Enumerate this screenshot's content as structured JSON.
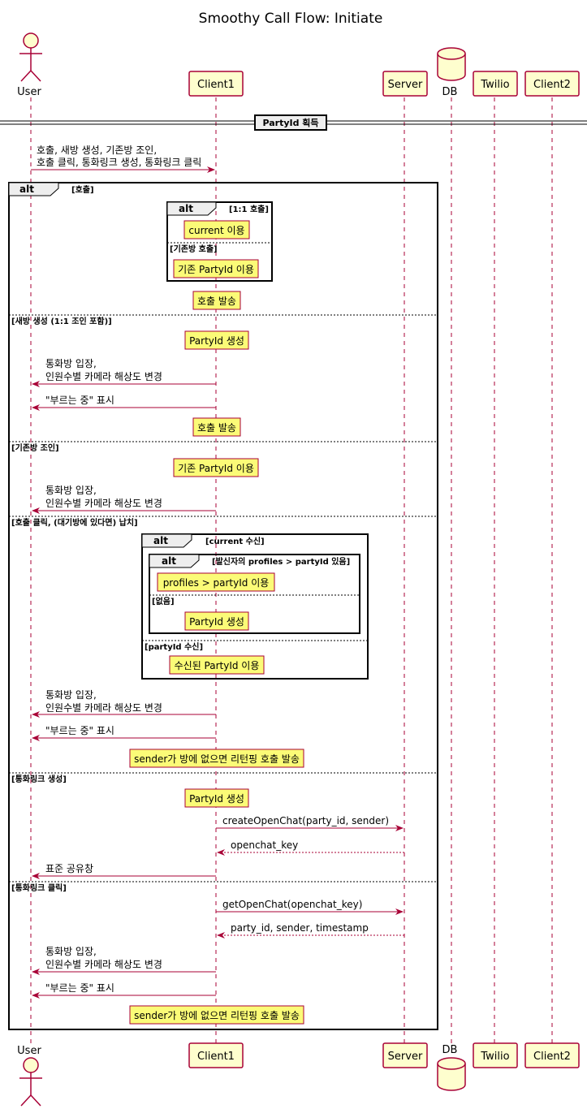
{
  "title": "Smoothy Call Flow: Initiate",
  "participants": {
    "user": "User",
    "client1": "Client1",
    "server": "Server",
    "db": "DB",
    "twilio": "Twilio",
    "client2": "Client2"
  },
  "divider": "PartyId 획득",
  "messages": {
    "m1_line1": "호출, 새방 생성, 기존방 조인,",
    "m1_line2": "호출 클릭, 통화링크 생성, 통화링크 클릭",
    "s2_enter1": "통화방 입장,",
    "s2_enter2": "인원수별 카메라 해상도 변경",
    "s2_calling": "\"부르는 중\" 표시",
    "s3_enter1": "통화방 입장,",
    "s3_enter2": "인원수별 카메라 해상도 변경",
    "s4_enter1": "통화방 입장,",
    "s4_enter2": "인원수별 카메라 해상도 변경",
    "s4_calling": "\"부르는 중\" 표시",
    "s5_create": "createOpenChat(party_id, sender)",
    "s5_key": "openchat_key",
    "s5_share": "표준 공유창",
    "s6_get": "getOpenChat(openchat_key)",
    "s6_ret": "party_id, sender, timestamp",
    "s6_enter1": "통화방 입장,",
    "s6_enter2": "인원수별 카메라 해상도 변경",
    "s6_calling": "\"부르는 중\" 표시"
  },
  "alt": {
    "keyword": "alt",
    "outer_guard": "[호출]",
    "inner1_guard": "[1:1 호출]",
    "inner1_else": "[기존방 호출]",
    "sec2": "[새방 생성 (1:1 조인 포함)]",
    "sec3": "[기존방 조인]",
    "sec4": "[호출 클릭, (대기방에 있다면) 납치]",
    "inner2_guard": "[current 수신]",
    "inner3_guard": "[발신자의 profiles > partyId 있음]",
    "inner3_else": "[없음]",
    "inner2_else": "[partyId 수신]",
    "sec5": "[통화링크 생성]",
    "sec6": "[통화링크 클릭]"
  },
  "notes": {
    "n_current": "current 이용",
    "n_existing1": "기존 PartyId 이용",
    "n_call1": "호출 발송",
    "n_gen1": "PartyId 생성",
    "n_call2": "호출 발송",
    "n_existing2": "기존 PartyId 이용",
    "n_profiles": "profiles > partyId 이용",
    "n_gen2": "PartyId 생성",
    "n_received": "수신된 PartyId 이용",
    "n_ringing1": "sender가 방에 없으면 리턴핑 호출 발송",
    "n_gen3": "PartyId 생성",
    "n_ringing2": "sender가 방에 없으면 리턴핑 호출 발송"
  },
  "colors": {
    "line": "#A80036",
    "participant_fill": "#FEFECE",
    "note_fill": "#FBFB77",
    "frame_tab": "#EEEEEE"
  }
}
